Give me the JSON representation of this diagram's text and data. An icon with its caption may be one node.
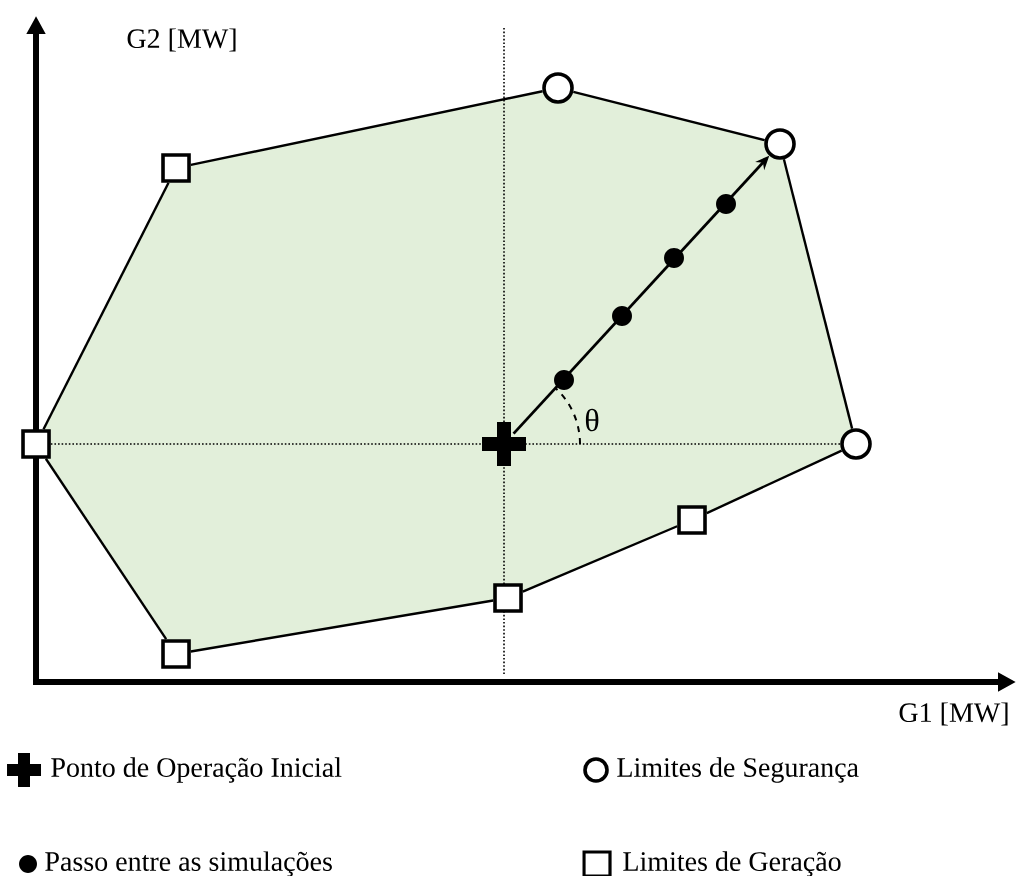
{
  "diagram": {
    "nodes": [
      {
        "text": [],
        "shape": "box"
      },
      {
        "text": [],
        "shape": "box"
      },
      {
        "text": [],
        "shape": "box"
      },
      {
        "text": [],
        "shape": "cross"
      },
      {
        "text": [],
        "shape": "box"
      },
      {
        "text": [],
        "shape": "circle"
      },
      {
        "text": [],
        "shape": "box"
      },
      {
        "text": [],
        "shape": "circle"
      },
      {
        "text": [],
        "shape": "circle"
      }
    ],
    "edges": [
      {
        "from": 0,
        "to": 1,
        "arrow": "none"
      },
      {
        "from": 1,
        "to": 5,
        "arrow": "none"
      },
      {
        "from": 5,
        "to": 7,
        "arrow": "none"
      },
      {
        "from": 7,
        "to": 8,
        "arrow": "none"
      },
      {
        "from": 8,
        "to": 6,
        "arrow": "none"
      },
      {
        "from": 6,
        "to": 4,
        "arrow": "none"
      },
      {
        "from": 4,
        "to": 2,
        "arrow": "none"
      },
      {
        "from": 2,
        "to": 0,
        "arrow": "none"
      },
      {
        "from": 3,
        "to": 7,
        "arrow": "to"
      },
      {
        "from": 0,
        "to": 3,
        "arrow": "none",
        "style": "dashed"
      },
      {
        "from": 3,
        "to": 8,
        "arrow": "none",
        "style": "dashed"
      }
    ],
    "labels": [
      "G2 [MW]",
      "G1 [MW]",
      "θ"
    ],
    "legend": [
      {
        "text": "Ponto de Operação Inicial"
      },
      {
        "text": "Limites de Segurança"
      },
      {
        "text": "Passo entre as simulações"
      },
      {
        "text": "Limites de Geração"
      }
    ]
  }
}
